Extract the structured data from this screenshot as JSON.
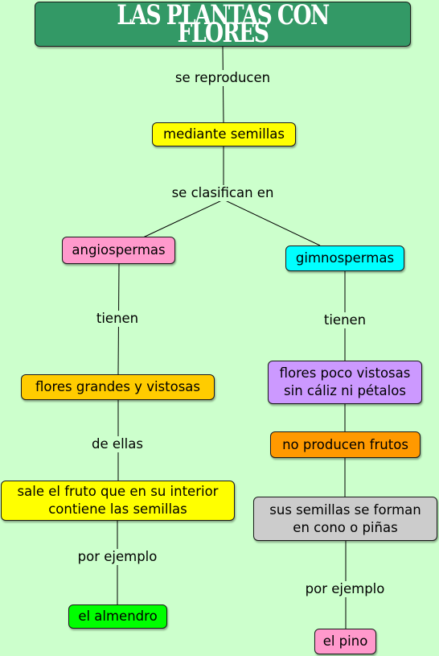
{
  "colors": {
    "background": "#ccffcc",
    "title_box": "#339966",
    "yellow": "#ffff00",
    "pink": "#ff99cc",
    "cyan": "#00ffff",
    "gold": "#ffcc00",
    "lilac": "#cc99ff",
    "orange": "#ff9900",
    "gray": "#cccccc",
    "green": "#00ff00"
  },
  "nodes": {
    "title": "LAS PLANTAS CON FLORES",
    "seeds": "mediante semillas",
    "angio": "angiospermas",
    "gimno": "gimnospermas",
    "flores_grandes": "flores grandes y vistosas",
    "flores_poco": "flores poco vistosas\nsin cáliz ni pétalos",
    "no_frutos": "no producen frutos",
    "fruto": "sale el fruto que en su interior\ncontiene las semillas",
    "cono": "sus semillas se forman\nen cono o piñas",
    "almendro": "el almendro",
    "pino": "el pino"
  },
  "links": {
    "reproducen": "se reproducen",
    "clasifican": "se clasifican en",
    "tienen_left": "tienen",
    "tienen_right": "tienen",
    "de_ellas": "de ellas",
    "ejemplo_left": "por ejemplo",
    "ejemplo_right": "por ejemplo"
  }
}
